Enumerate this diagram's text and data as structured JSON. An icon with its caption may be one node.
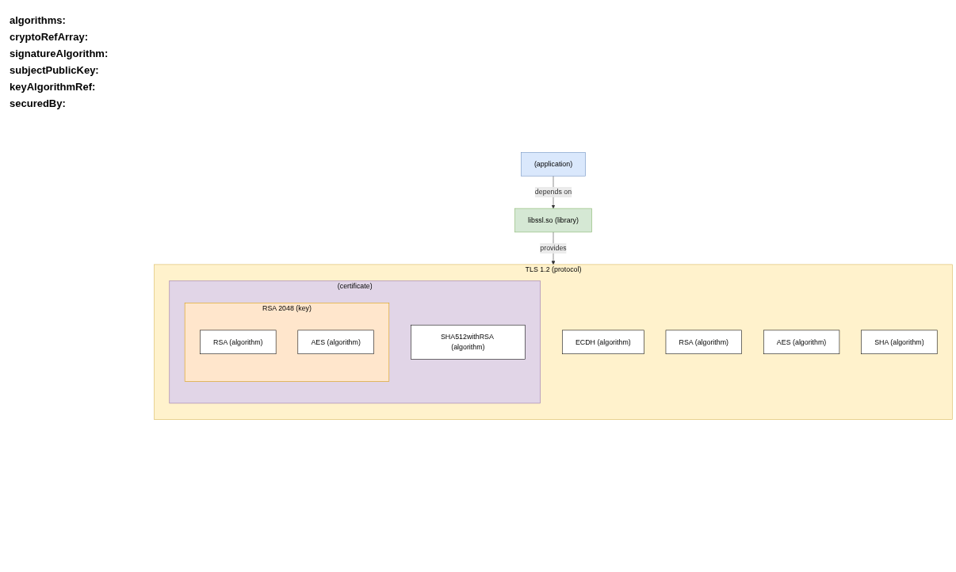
{
  "diagram": {
    "nodes": [
      {
        "text": [
          "(application)"
        ]
      },
      {
        "text": [
          "libssl.so (library)"
        ]
      },
      {
        "text": [
          "TLS 1.2 (protocol)"
        ]
      },
      {
        "text": [
          "ECDH (algorithm)"
        ],
        "in": 2
      },
      {
        "text": [
          "RSA (algorithm)"
        ],
        "in": 2
      },
      {
        "text": [
          "AES (algorithm)"
        ],
        "in": 2
      },
      {
        "text": [
          "SHA (algorithm)"
        ],
        "in": 2
      },
      {
        "text": [
          "(certificate)"
        ],
        "in": 2
      },
      {
        "text": [
          "SHA512withRSA (algorithm)"
        ],
        "in": 7
      },
      {
        "text": [
          "RSA 2048 (key)"
        ],
        "in": 7
      },
      {
        "text": [
          "RSA (algorithm)"
        ],
        "in": 9
      },
      {
        "text": [
          "AES (algorithm)"
        ],
        "in": 9
      }
    ],
    "edges": [
      {
        "from": 0,
        "to": 1,
        "label": "depends on",
        "arrow": "to"
      },
      {
        "from": 1,
        "to": 2,
        "label": "provides",
        "arrow": "to"
      }
    ],
    "labels": [
      "algorithms:",
      "cryptoRefArray:",
      "signatureAlgorithm:",
      "subjectPublicKey:",
      "keyAlgorithmRef:",
      "securedBy:"
    ]
  }
}
